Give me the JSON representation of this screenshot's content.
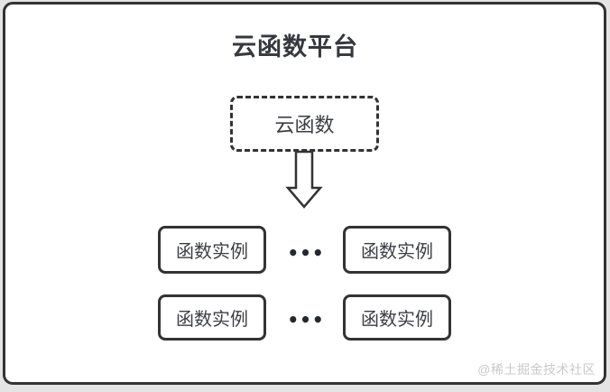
{
  "diagram": {
    "title": "云函数平台",
    "root_box": {
      "label": "云函数"
    },
    "rows": [
      {
        "left": "函数实例",
        "ellipsis": "•••",
        "right": "函数实例"
      },
      {
        "left": "函数实例",
        "ellipsis": "•••",
        "right": "函数实例"
      }
    ]
  },
  "watermark": "@稀土掘金技术社区",
  "colors": {
    "stroke": "#333333",
    "text": "#3c3e43",
    "background": "#e4e4e4",
    "card": "#ffffff",
    "watermark": "#c9c9c9"
  }
}
